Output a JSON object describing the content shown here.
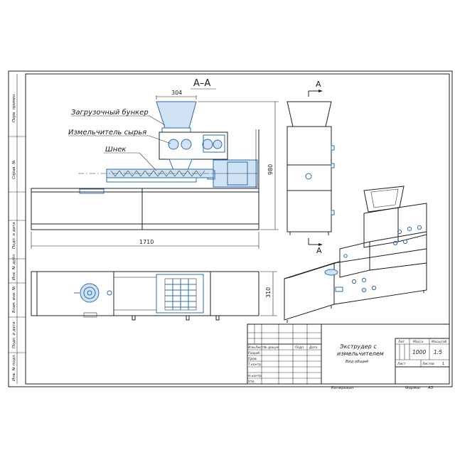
{
  "section_label": "A–A",
  "cut_label_top": "A",
  "cut_label_bottom": "A",
  "callouts": {
    "hopper": "Загрузочный бункер",
    "grinder": "Измельчитель сырья",
    "screw": "Шнек"
  },
  "dimensions": {
    "hopper_width": "304",
    "height": "980",
    "length": "1710",
    "plan_width": "310"
  },
  "side_stamps": [
    "Перв. примен.",
    "Справ. №",
    "Подп. и дата",
    "Инв. № дубл.",
    "Взам. инв. №",
    "Подп. и дата",
    "Инв. № подл."
  ],
  "title_block": {
    "name_line1": "Экструдер с",
    "name_line2": "измельчителем",
    "view_type": "Вид общий",
    "col_lit": "Лит.",
    "col_mass": "Масса",
    "col_scale": "Масштаб",
    "mass_value": "1000",
    "scale_value": "1:5",
    "sheet_label": "Лист",
    "sheets_label": "Листов",
    "sheets_value": "1",
    "hdr_izm": "Изм.",
    "hdr_list": "Лист",
    "hdr_doc": "№ докум.",
    "hdr_sign": "Подп.",
    "hdr_date": "Дата",
    "row_razrab": "Разраб.",
    "row_prov": "Пров.",
    "row_tkontr": "Т.контр.",
    "row_nkontr": "Н.контр.",
    "row_utv": "Утв.",
    "copied": "Копировал",
    "format_label": "Формат",
    "format_value": "A3"
  }
}
